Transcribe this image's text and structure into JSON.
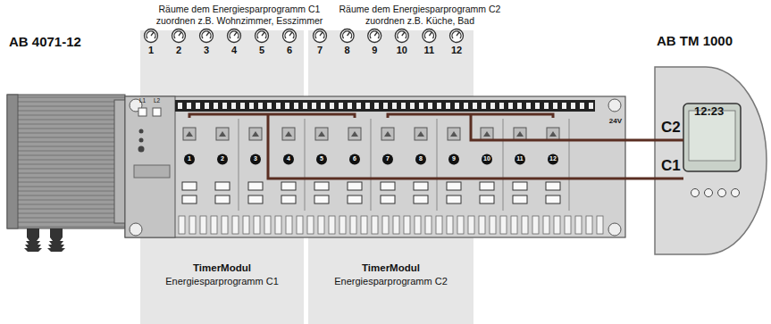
{
  "diagram": {
    "nodes": [
      {
        "text": [
          "TimerModul",
          "Energiesparprogramm C1"
        ]
      },
      {
        "text": [
          "TimerModul",
          "Energiesparprogramm C2"
        ]
      },
      {
        "text": [
          "AB TM 1000",
          "12:23"
        ]
      },
      {
        "text": [
          "AB 4071-12",
          "24V"
        ]
      }
    ],
    "edges": [
      {
        "from": 2,
        "to": 3,
        "arrow": "none",
        "label": "C2"
      },
      {
        "from": 2,
        "to": 3,
        "arrow": "none",
        "label": "C1"
      }
    ],
    "labels": [
      "Räume dem Energiesparprogramm C1 zuordnen z.B. Wohnzimmer, Esszimmer",
      "Räume dem Energiesparprogramm C2 zuordnen z.B. Küche, Bad",
      "1",
      "2",
      "3",
      "4",
      "5",
      "6",
      "7",
      "8",
      "9",
      "10",
      "11",
      "12",
      "L1",
      "L2",
      "1",
      "2",
      "3",
      "4",
      "5",
      "6",
      "7",
      "8",
      "9",
      "10",
      "11",
      "12"
    ]
  }
}
